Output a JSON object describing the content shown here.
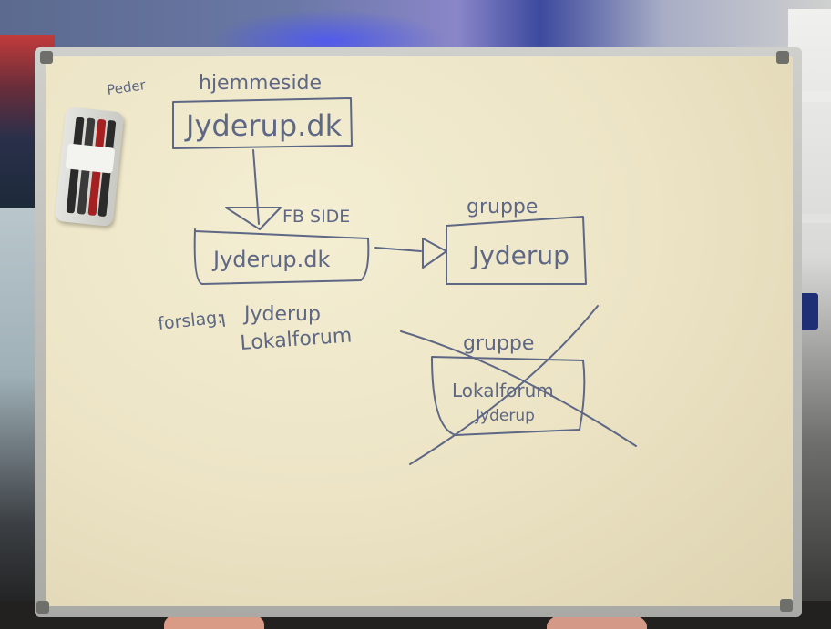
{
  "whiteboard": {
    "label_small": "Peder",
    "top_caption": "hjemmeside",
    "top_box": "Jyderup.dk",
    "middle_caption": "FB SIDE",
    "middle_box": "Jyderup.dk",
    "right_caption": "gruppe",
    "right_box": "Jyderup",
    "proposal_prefix": "forslag:",
    "proposal_line1": "Jyderup",
    "proposal_line2": "Lokalforum",
    "crossed_caption": "gruppe",
    "crossed_box_line1": "Lokalforum",
    "crossed_box_line2": "Jyderup"
  },
  "colors": {
    "ink": "#5e6784",
    "board": "#efe8c9"
  }
}
